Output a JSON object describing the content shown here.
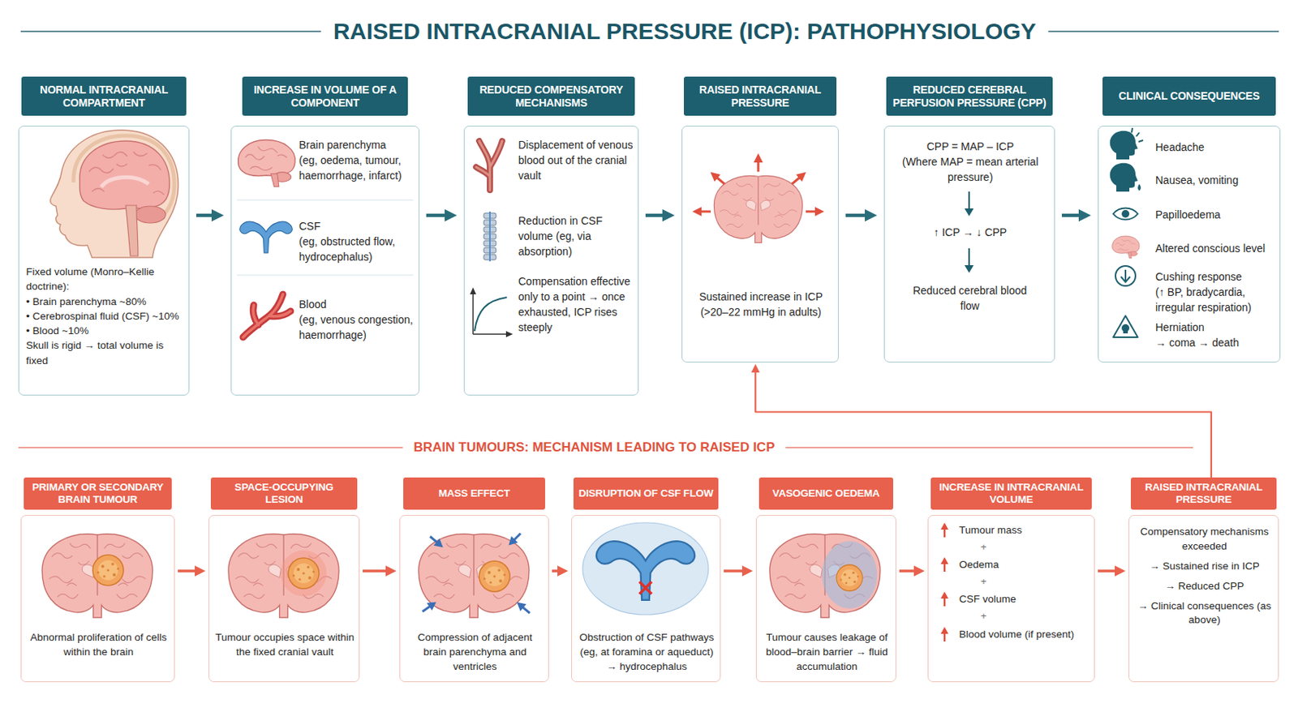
{
  "diagram": {
    "title": "RAISED INTRACRANIAL PRESSURE (ICP): PATHOPHYSIOLOGY",
    "nodes": [
      {
        "text": [
          "NORMAL INTRACRANIAL COMPARTMENT",
          "Fixed volume (Monro–Kellie doctrine):",
          "• Brain parenchyma ~80%",
          "• Cerebrospinal fluid (CSF) ~10%",
          "• Blood ~10%",
          "Skull is rigid → total volume is fixed"
        ]
      },
      {
        "text": [
          "INCREASE IN VOLUME OF A COMPONENT",
          "Brain parenchyma",
          "(eg, oedema, tumour, haemorrhage, infarct)",
          "CSF",
          "(eg, obstructed flow, hydrocephalus)",
          "Blood",
          "(eg, venous congestion, haemorrhage)"
        ]
      },
      {
        "text": [
          "REDUCED COMPENSATORY MECHANISMS",
          "Displacement of venous blood out of the cranial vault",
          "Reduction in CSF volume (eg, via absorption)",
          "Compensation effective only to a point → once exhausted, ICP rises steeply"
        ]
      },
      {
        "text": [
          "RAISED INTRACRANIAL PRESSURE",
          "Sustained increase in ICP (>20–22 mmHg in adults)"
        ]
      },
      {
        "text": [
          "REDUCED CEREBRAL PERFUSION PRESSURE (CPP)",
          "CPP = MAP – ICP",
          "(Where MAP = mean arterial pressure)",
          "↑ ICP → ↓ CPP",
          "Reduced cerebral blood flow"
        ]
      },
      {
        "text": [
          "CLINICAL CONSEQUENCES",
          "Headache",
          "Nausea, vomiting",
          "Papilloedema",
          "Altered conscious level",
          "Cushing response",
          "(↑ BP, bradycardia, irregular respiration)",
          "Herniation",
          "→ coma → death"
        ]
      },
      {
        "text": [
          "PRIMARY OR SECONDARY BRAIN TUMOUR",
          "Abnormal proliferation of cells within the brain"
        ]
      },
      {
        "text": [
          "SPACE-OCCUPYING LESION",
          "Tumour occupies space within the fixed cranial vault"
        ]
      },
      {
        "text": [
          "MASS EFFECT",
          "Compression of adjacent brain parenchyma and ventricles"
        ]
      },
      {
        "text": [
          "DISRUPTION OF CSF FLOW",
          "Obstruction of CSF pathways (eg, at foramina or aqueduct) → hydrocephalus"
        ]
      },
      {
        "text": [
          "VASOGENIC OEDEMA",
          "Tumour causes leakage of blood–brain barrier → fluid accumulation"
        ]
      },
      {
        "text": [
          "INCREASE IN INTRACRANIAL VOLUME",
          "Tumour mass",
          "+",
          "Oedema",
          "+",
          "CSF volume",
          "+",
          "Blood volume (if present)"
        ]
      },
      {
        "text": [
          "RAISED INTRACRANIAL PRESSURE",
          "Compensatory mechanisms exceeded",
          "→ Sustained rise in ICP",
          "→ Reduced CPP",
          "→ Clinical consequences (as above)"
        ]
      }
    ],
    "edges": [
      {
        "from": 0,
        "to": 1,
        "arrow": "to"
      },
      {
        "from": 1,
        "to": 2,
        "arrow": "to"
      },
      {
        "from": 2,
        "to": 3,
        "arrow": "to"
      },
      {
        "from": 3,
        "to": 4,
        "arrow": "to"
      },
      {
        "from": 4,
        "to": 5,
        "arrow": "to"
      },
      {
        "from": 6,
        "to": 7,
        "arrow": "to"
      },
      {
        "from": 7,
        "to": 8,
        "arrow": "to"
      },
      {
        "from": 8,
        "to": 9,
        "arrow": "to"
      },
      {
        "from": 9,
        "to": 10,
        "arrow": "to"
      },
      {
        "from": 10,
        "to": 11,
        "arrow": "to"
      },
      {
        "from": 11,
        "to": 12,
        "arrow": "to"
      },
      {
        "from": 12,
        "to": 3,
        "arrow": "to"
      }
    ],
    "labels": [
      "BRAIN TUMOURS: MECHANISM LEADING TO RAISED ICP"
    ]
  }
}
